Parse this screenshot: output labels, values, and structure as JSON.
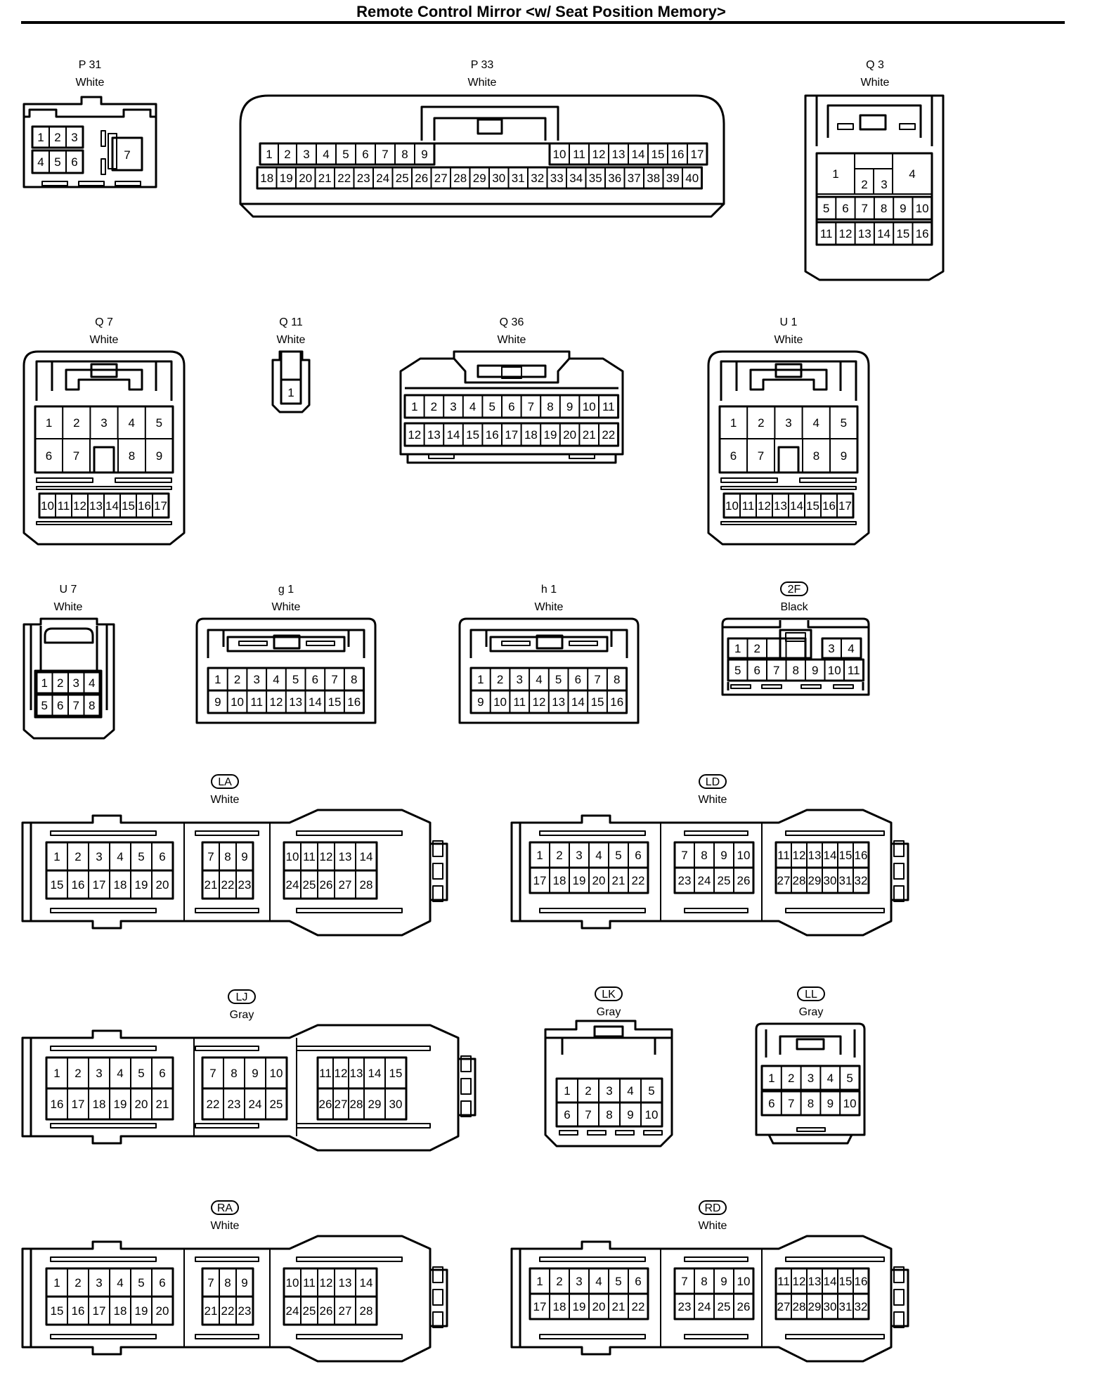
{
  "title": "Remote Control Mirror <w/ Seat Position Memory>",
  "connectors": {
    "P31": {
      "code": "P 31",
      "color": "White",
      "rows": [
        [
          "1",
          "2",
          "3"
        ],
        [
          "4",
          "5",
          "6"
        ]
      ],
      "extra": [
        "7"
      ]
    },
    "P33": {
      "code": "P 33",
      "color": "White",
      "rows": [
        [
          "1",
          "2",
          "3",
          "4",
          "5",
          "6",
          "7",
          "8",
          "9"
        ],
        [
          "10",
          "11",
          "12",
          "13",
          "14",
          "15",
          "16",
          "17"
        ],
        [
          "18",
          "19",
          "20",
          "21",
          "22",
          "23",
          "24",
          "25",
          "26",
          "27",
          "28",
          "29",
          "30",
          "31",
          "32",
          "33",
          "34",
          "35",
          "36",
          "37",
          "38",
          "39",
          "40"
        ]
      ]
    },
    "Q3": {
      "code": "Q 3",
      "color": "White",
      "rows": [
        [
          "1",
          "2",
          "3",
          "4"
        ],
        [
          "5",
          "6",
          "7",
          "8",
          "9",
          "10"
        ],
        [
          "11",
          "12",
          "13",
          "14",
          "15",
          "16"
        ]
      ]
    },
    "Q7": {
      "code": "Q 7",
      "color": "White",
      "rows": [
        [
          "1",
          "2",
          "3",
          "4",
          "5"
        ],
        [
          "6",
          "7",
          "8",
          "9"
        ],
        [
          "10",
          "11",
          "12",
          "13",
          "14",
          "15",
          "16",
          "17"
        ]
      ]
    },
    "Q11": {
      "code": "Q 11",
      "color": "White",
      "rows": [
        [
          "1"
        ]
      ]
    },
    "Q36": {
      "code": "Q 36",
      "color": "White",
      "rows": [
        [
          "1",
          "2",
          "3",
          "4",
          "5",
          "6",
          "7",
          "8",
          "9",
          "10",
          "11"
        ],
        [
          "12",
          "13",
          "14",
          "15",
          "16",
          "17",
          "18",
          "19",
          "20",
          "21",
          "22"
        ]
      ]
    },
    "U1": {
      "code": "U 1",
      "color": "White",
      "rows": [
        [
          "1",
          "2",
          "3",
          "4",
          "5"
        ],
        [
          "6",
          "7",
          "8",
          "9"
        ],
        [
          "10",
          "11",
          "12",
          "13",
          "14",
          "15",
          "16",
          "17"
        ]
      ]
    },
    "U7": {
      "code": "U 7",
      "color": "White",
      "rows": [
        [
          "1",
          "2",
          "3",
          "4"
        ],
        [
          "5",
          "6",
          "7",
          "8"
        ]
      ]
    },
    "g1": {
      "code": "g 1",
      "color": "White",
      "rows": [
        [
          "1",
          "2",
          "3",
          "4",
          "5",
          "6",
          "7",
          "8"
        ],
        [
          "9",
          "10",
          "11",
          "12",
          "13",
          "14",
          "15",
          "16"
        ]
      ]
    },
    "h1": {
      "code": "h 1",
      "color": "White",
      "rows": [
        [
          "1",
          "2",
          "3",
          "4",
          "5",
          "6",
          "7",
          "8"
        ],
        [
          "9",
          "10",
          "11",
          "12",
          "13",
          "14",
          "15",
          "16"
        ]
      ]
    },
    "2F": {
      "code": "2F",
      "color": "Black",
      "rows": [
        [
          "1",
          "2",
          "3",
          "4"
        ],
        [
          "5",
          "6",
          "7",
          "8",
          "9",
          "10",
          "11"
        ]
      ]
    },
    "LA": {
      "code": "LA",
      "color": "White",
      "rows": [
        [
          "1",
          "2",
          "3",
          "4",
          "5",
          "6"
        ],
        [
          "15",
          "16",
          "17",
          "18",
          "19",
          "20"
        ],
        [
          "7",
          "8",
          "9"
        ],
        [
          "21",
          "22",
          "23"
        ],
        [
          "10",
          "11",
          "12",
          "13",
          "14"
        ],
        [
          "24",
          "25",
          "26",
          "27",
          "28"
        ]
      ]
    },
    "LD": {
      "code": "LD",
      "color": "White",
      "rows": [
        [
          "1",
          "2",
          "3",
          "4",
          "5",
          "6"
        ],
        [
          "17",
          "18",
          "19",
          "20",
          "21",
          "22"
        ],
        [
          "7",
          "8",
          "9",
          "10"
        ],
        [
          "23",
          "24",
          "25",
          "26"
        ],
        [
          "11",
          "12",
          "13",
          "14",
          "15",
          "16"
        ],
        [
          "27",
          "28",
          "29",
          "30",
          "31",
          "32"
        ]
      ]
    },
    "LJ": {
      "code": "LJ",
      "color": "Gray",
      "rows": [
        [
          "1",
          "2",
          "3",
          "4",
          "5",
          "6"
        ],
        [
          "16",
          "17",
          "18",
          "19",
          "20",
          "21"
        ],
        [
          "7",
          "8",
          "9",
          "10"
        ],
        [
          "22",
          "23",
          "24",
          "25"
        ],
        [
          "11",
          "12",
          "13",
          "14",
          "15"
        ],
        [
          "26",
          "27",
          "28",
          "29",
          "30"
        ]
      ]
    },
    "LK": {
      "code": "LK",
      "color": "Gray",
      "rows": [
        [
          "1",
          "2",
          "3",
          "4",
          "5"
        ],
        [
          "6",
          "7",
          "8",
          "9",
          "10"
        ]
      ]
    },
    "LL": {
      "code": "LL",
      "color": "Gray",
      "rows": [
        [
          "1",
          "2",
          "3",
          "4",
          "5"
        ],
        [
          "6",
          "7",
          "8",
          "9",
          "10"
        ]
      ]
    },
    "RA": {
      "code": "RA",
      "color": "White",
      "rows": [
        [
          "1",
          "2",
          "3",
          "4",
          "5",
          "6"
        ],
        [
          "15",
          "16",
          "17",
          "18",
          "19",
          "20"
        ],
        [
          "7",
          "8",
          "9"
        ],
        [
          "21",
          "22",
          "23"
        ],
        [
          "10",
          "11",
          "12",
          "13",
          "14"
        ],
        [
          "24",
          "25",
          "26",
          "27",
          "28"
        ]
      ]
    },
    "RD": {
      "code": "RD",
      "color": "White",
      "rows": [
        [
          "1",
          "2",
          "3",
          "4",
          "5",
          "6"
        ],
        [
          "17",
          "18",
          "19",
          "20",
          "21",
          "22"
        ],
        [
          "7",
          "8",
          "9",
          "10"
        ],
        [
          "23",
          "24",
          "25",
          "26"
        ],
        [
          "11",
          "12",
          "13",
          "14",
          "15",
          "16"
        ],
        [
          "27",
          "28",
          "29",
          "30",
          "31",
          "32"
        ]
      ]
    }
  }
}
